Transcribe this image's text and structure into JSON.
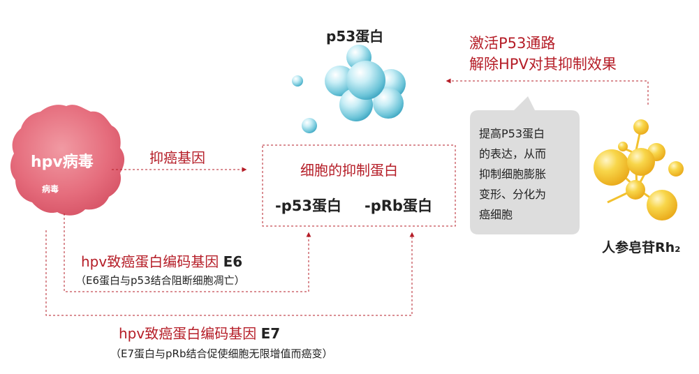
{
  "colors": {
    "accent_red": "#b51d27",
    "virus_pink": "#e8707e",
    "bubble_blue": "#7ccfe0",
    "bubble_gold": "#f2c12e",
    "callout_gray": "#dddddd"
  },
  "labels": {
    "p53_title": "p53蛋白",
    "activate_line1": "激活P53通路",
    "activate_line2": "解除HPV对其抑制效果",
    "virus_main": "hpv病毒",
    "virus_sub": "病毒",
    "suppress_gene": "抑癌基因",
    "center_box_title": "细胞的抑制蛋白",
    "center_p53": "-p53蛋白",
    "center_prb": "-pRb蛋白",
    "callout_line1": "提高P53蛋白",
    "callout_line2": "的表达，从而",
    "callout_line3": "抑制细胞膨胀",
    "callout_line4": "变形、分化为",
    "callout_line5": "癌细胞",
    "ginseng": "人参皂苷Rh₂",
    "e6_title_pre": "hpv致癌蛋白编码基因 ",
    "e6_title_bold": "E6",
    "e6_note": "（E6蛋白与p53结合阻断细胞凋亡）",
    "e7_title_pre": "hpv致癌蛋白编码基因 ",
    "e7_title_bold": "E7",
    "e7_note": "（E7蛋白与pRb结合促使细胞无限增值而癌变）"
  }
}
